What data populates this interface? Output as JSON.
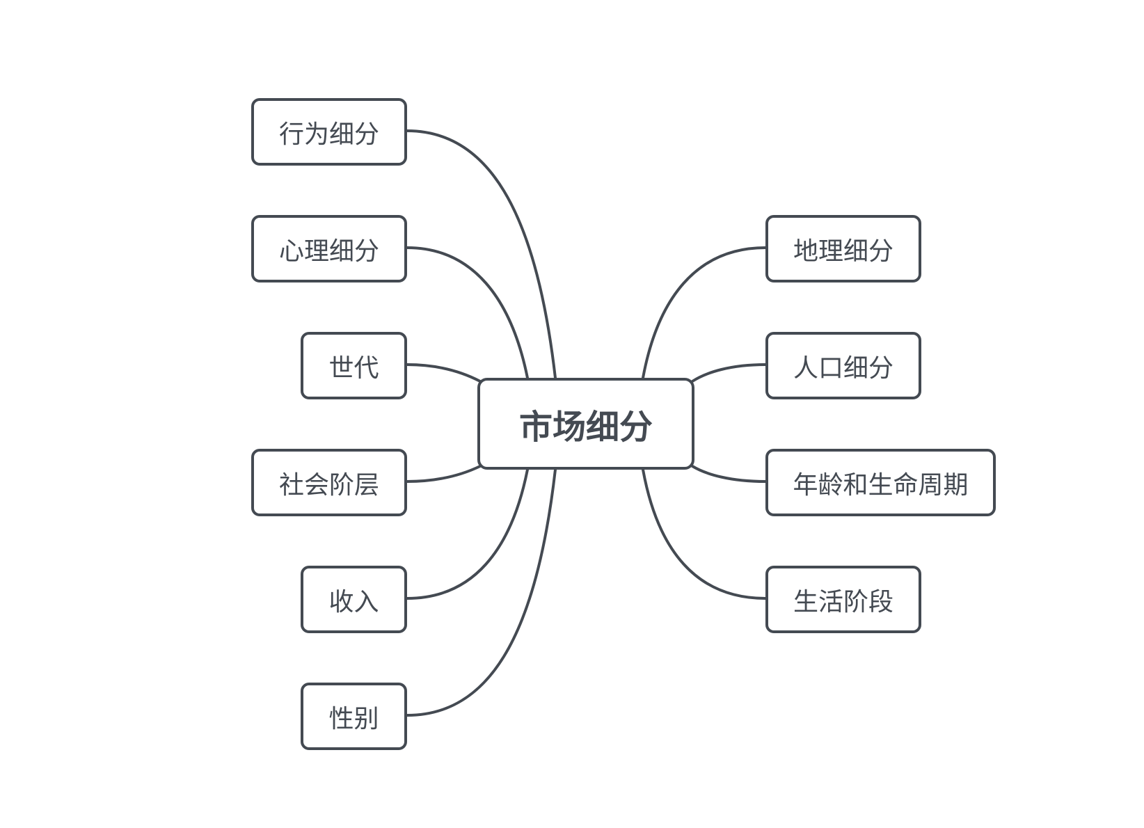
{
  "root": {
    "label": "市场细分"
  },
  "left": [
    {
      "label": "行为细分"
    },
    {
      "label": "心理细分"
    },
    {
      "label": "世代"
    },
    {
      "label": "社会阶层"
    },
    {
      "label": "收入"
    },
    {
      "label": "性别"
    }
  ],
  "right": [
    {
      "label": "地理细分"
    },
    {
      "label": "人口细分"
    },
    {
      "label": "年龄和生命周期"
    },
    {
      "label": "生活阶段"
    }
  ]
}
